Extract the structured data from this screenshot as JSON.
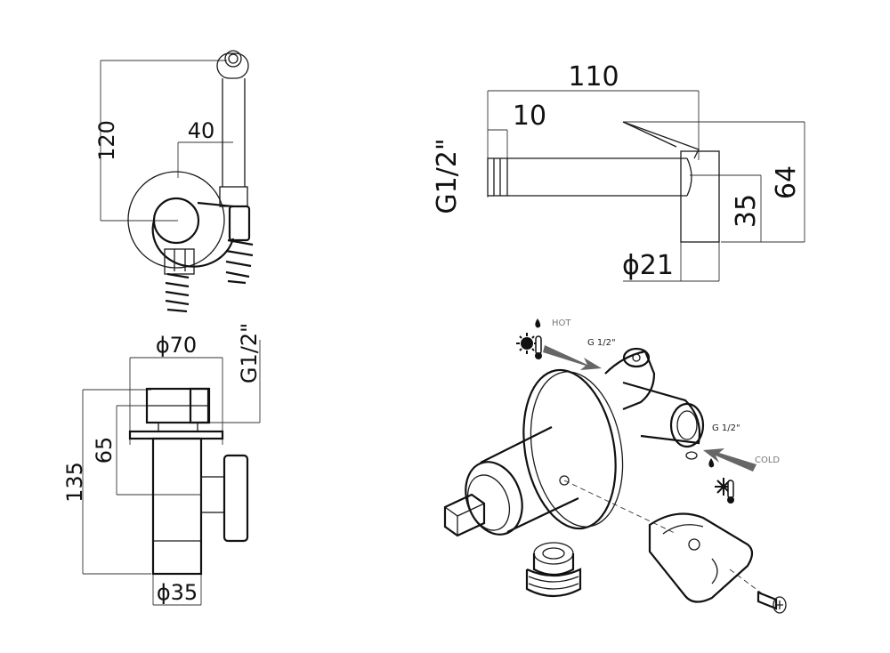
{
  "dimensions": {
    "front_height": "120",
    "front_offset": "40",
    "plate_diameter": "ϕ70",
    "thread_side": "G1/2\"",
    "total_height": "135",
    "inlet_height": "65",
    "body_diameter": "ϕ35",
    "holder_length": "110",
    "thread_length": "10",
    "thread_top": "G1/2\"",
    "holder_height": "64",
    "holder_center": "35",
    "holder_diameter": "ϕ21"
  },
  "callouts": {
    "hot_label": "HOT",
    "hot_thread": "G 1/2\"",
    "cold_label": "COLD",
    "cold_thread": "G 1/2\""
  },
  "icons": {
    "hot": "sun-thermometer-icon",
    "cold": "snowflake-thermometer-icon",
    "drop": "water-drop-icon"
  }
}
